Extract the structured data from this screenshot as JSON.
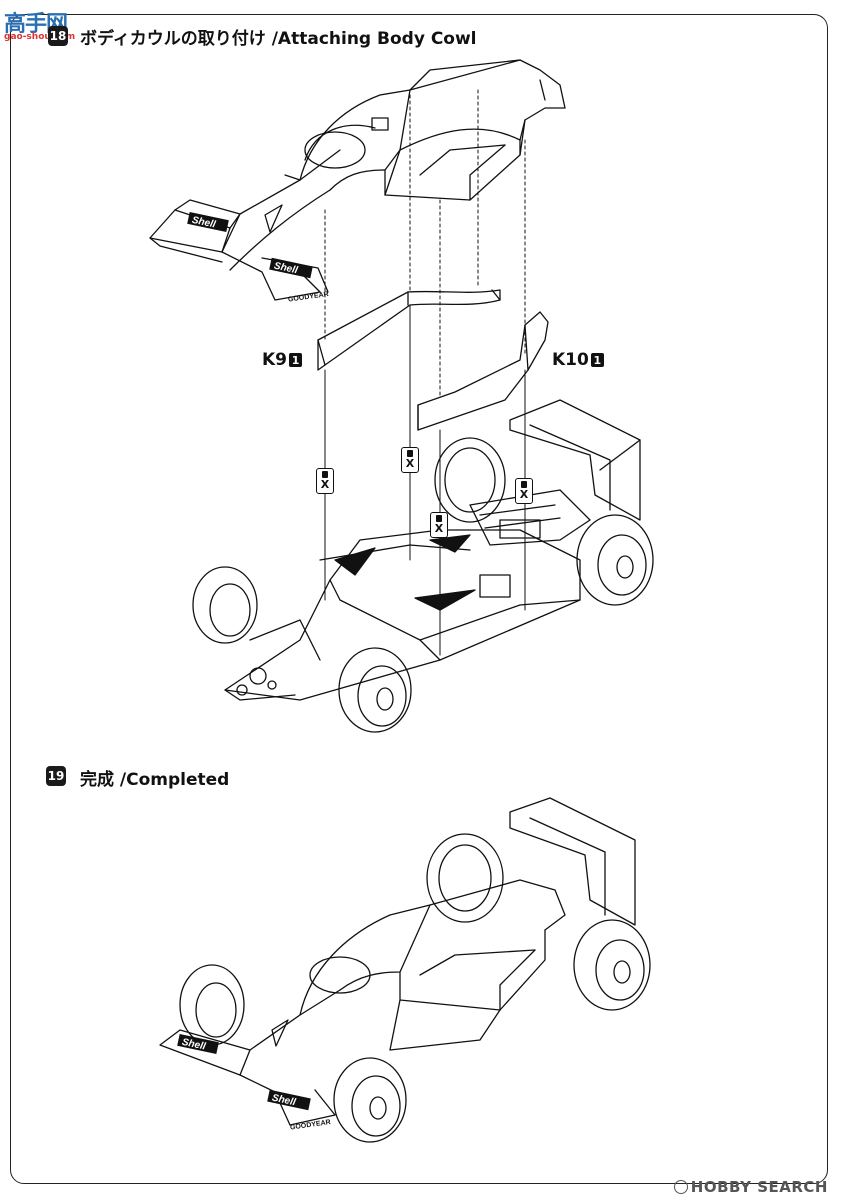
{
  "watermark": {
    "main": "高手网",
    "sub": "gao-shou.com"
  },
  "step18": {
    "number": "18",
    "title": "ボディカウルの取り付け /Attaching Body Cowl"
  },
  "step19": {
    "number": "19",
    "title": "完成 /Completed"
  },
  "parts": {
    "k9": {
      "label": "K9",
      "qty": "1"
    },
    "k10": {
      "label": "K10",
      "qty": "1"
    }
  },
  "glue_icon": {
    "mark": "X"
  },
  "decals": {
    "sponsor": "Shell",
    "tire": "GOODYEAR"
  },
  "footer": {
    "brand": "HOBBY SEARCH"
  }
}
